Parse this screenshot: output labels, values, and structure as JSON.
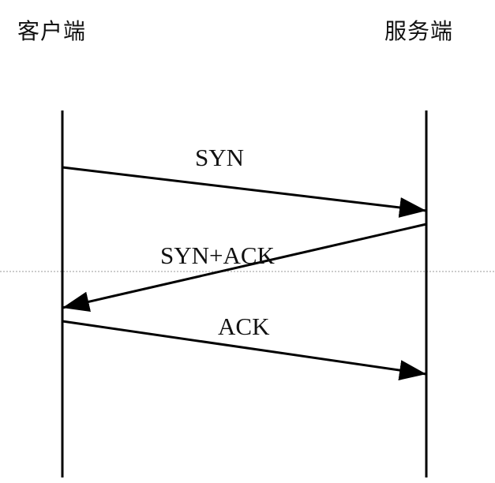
{
  "participants": {
    "client": "客户端",
    "server": "服务端"
  },
  "messages": [
    {
      "label": "SYN",
      "from": "client",
      "to": "server"
    },
    {
      "label": "SYN+ACK",
      "from": "server",
      "to": "client"
    },
    {
      "label": "ACK",
      "from": "client",
      "to": "server"
    }
  ],
  "colors": {
    "line": "#000000",
    "text": "#111111",
    "guide": "#9a9a9a",
    "background": "#ffffff"
  }
}
